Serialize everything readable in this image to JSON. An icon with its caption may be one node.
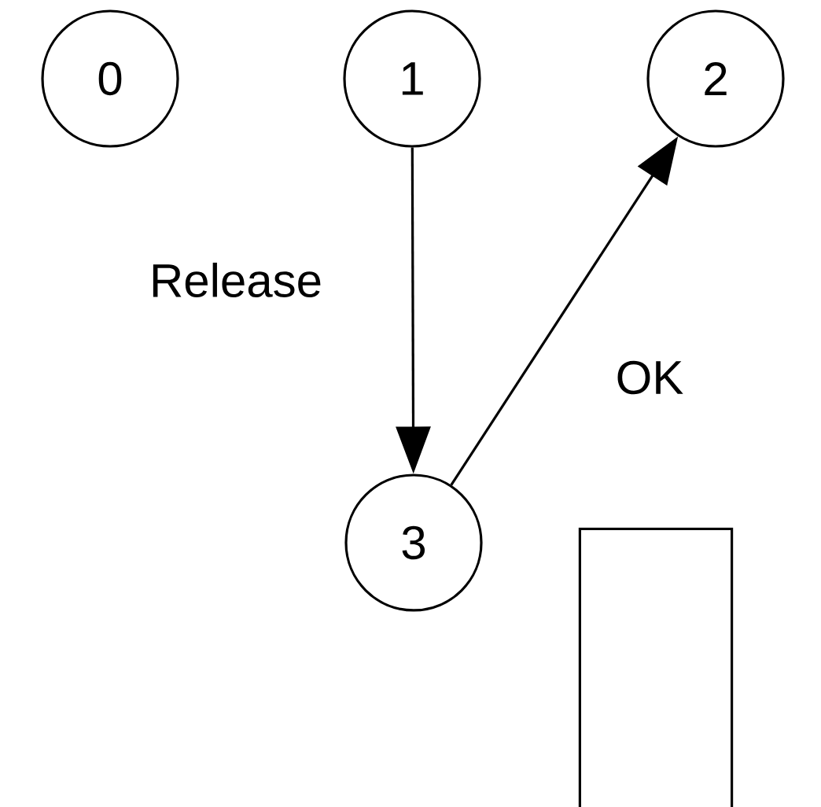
{
  "diagram": {
    "nodes": [
      {
        "text": [
          "0"
        ]
      },
      {
        "text": [
          "1"
        ]
      },
      {
        "text": [
          "2"
        ]
      },
      {
        "text": [
          "3"
        ]
      },
      {
        "text": [],
        "shape": "box"
      }
    ],
    "edges": [
      {
        "from": 1,
        "to": 3,
        "arrow": "to",
        "label": "Release"
      },
      {
        "from": 3,
        "to": 2,
        "arrow": "to",
        "label": "OK"
      }
    ]
  }
}
